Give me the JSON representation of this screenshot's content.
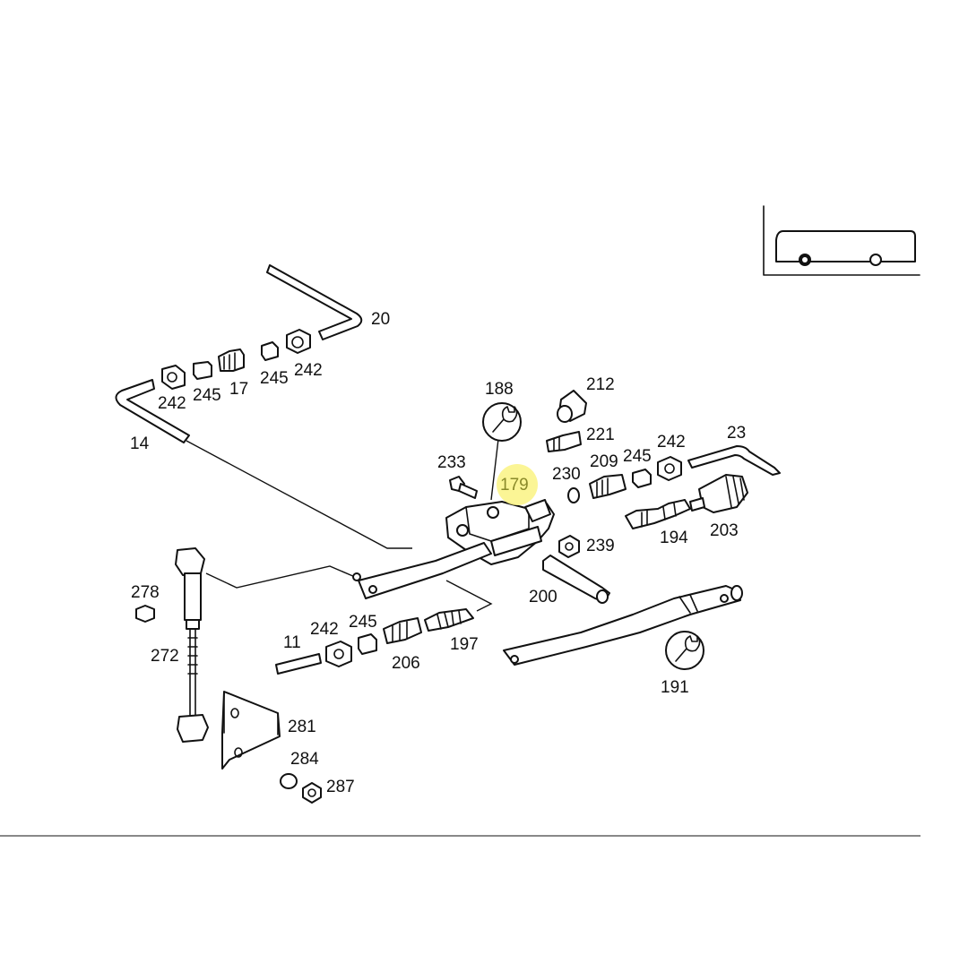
{
  "colors": {
    "line": "#111111",
    "background": "#ffffff",
    "highlight": "#fbf48a",
    "highlight_text": "#8a8a2a"
  },
  "diagram": {
    "highlighted_part": "179",
    "callouts": [
      {
        "id": "20",
        "label": "20"
      },
      {
        "id": "242a",
        "label": "242"
      },
      {
        "id": "245a",
        "label": "245"
      },
      {
        "id": "17",
        "label": "17"
      },
      {
        "id": "245b",
        "label": "245"
      },
      {
        "id": "242b",
        "label": "242"
      },
      {
        "id": "14",
        "label": "14"
      },
      {
        "id": "188",
        "label": "188"
      },
      {
        "id": "212",
        "label": "212"
      },
      {
        "id": "221",
        "label": "221"
      },
      {
        "id": "233",
        "label": "233"
      },
      {
        "id": "179",
        "label": "179"
      },
      {
        "id": "230",
        "label": "230"
      },
      {
        "id": "209",
        "label": "209"
      },
      {
        "id": "245c",
        "label": "245"
      },
      {
        "id": "242c",
        "label": "242"
      },
      {
        "id": "23",
        "label": "23"
      },
      {
        "id": "194",
        "label": "194"
      },
      {
        "id": "203",
        "label": "203"
      },
      {
        "id": "239",
        "label": "239"
      },
      {
        "id": "200",
        "label": "200"
      },
      {
        "id": "278",
        "label": "278"
      },
      {
        "id": "272",
        "label": "272"
      },
      {
        "id": "11",
        "label": "11"
      },
      {
        "id": "242d",
        "label": "242"
      },
      {
        "id": "245d",
        "label": "245"
      },
      {
        "id": "206",
        "label": "206"
      },
      {
        "id": "197",
        "label": "197"
      },
      {
        "id": "191",
        "label": "191"
      },
      {
        "id": "281",
        "label": "281"
      },
      {
        "id": "284",
        "label": "284"
      },
      {
        "id": "287",
        "label": "287"
      }
    ],
    "icons": {
      "wrench_188": "wrench-icon",
      "wrench_191": "wrench-icon",
      "vehicle_locator": "bus-side-view-icon"
    }
  }
}
